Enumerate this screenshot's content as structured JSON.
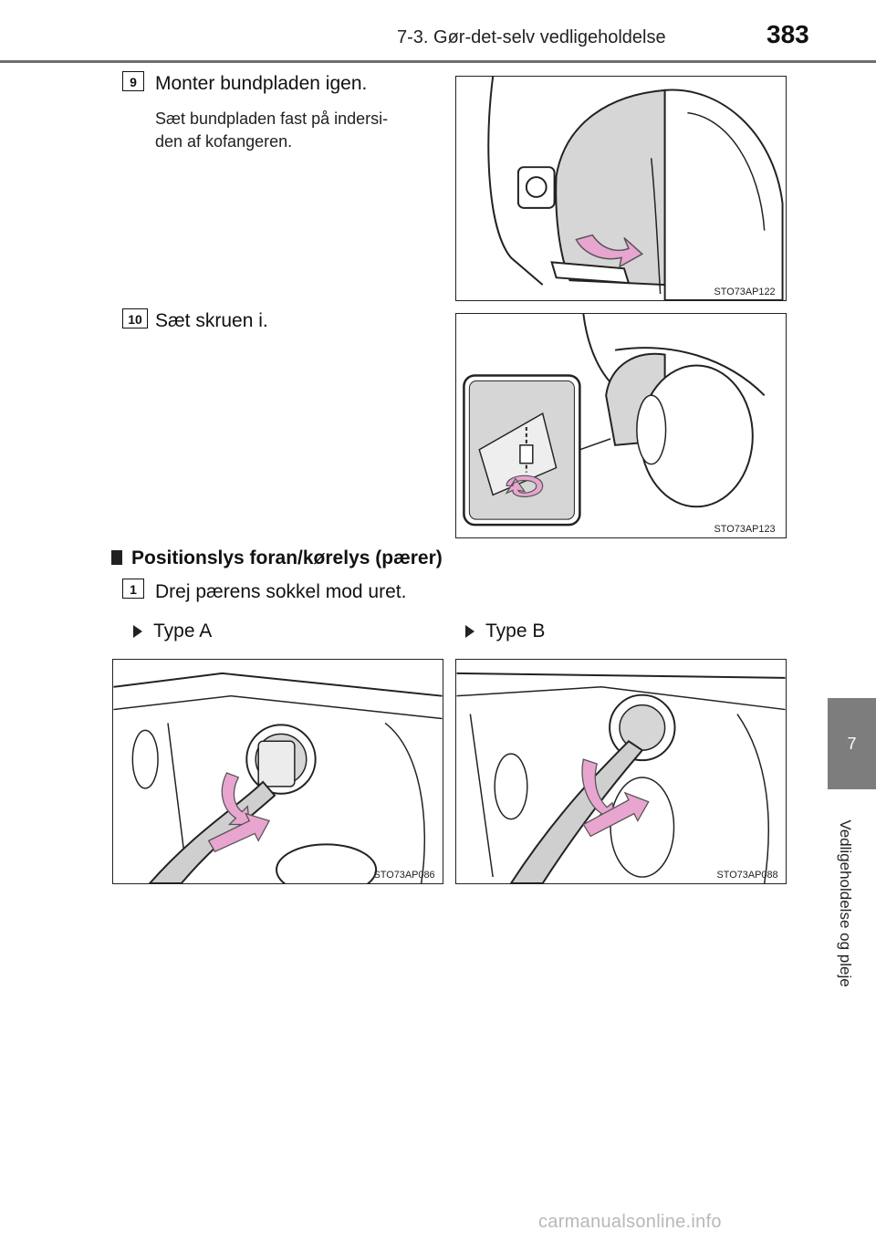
{
  "header": {
    "section": "7-3. Gør-det-selv vedligeholdelse",
    "page_number": "383"
  },
  "side_tab": {
    "chapter_number": "7",
    "chapter_title": "Vedligeholdelse og pleje"
  },
  "steps": [
    {
      "number": "9",
      "title": "Monter bundpladen igen.",
      "detail": "Sæt bundpladen fast på indersi-\nden af kofangeren.",
      "figure_code": "STO73AP122"
    },
    {
      "number": "10",
      "title": "Sæt skruen i.",
      "figure_code": "STO73AP123"
    }
  ],
  "section": {
    "heading": "Positionslys foran/kørelys (pærer)",
    "step": {
      "number": "1",
      "title": "Drej pærens sokkel mod uret."
    },
    "variants": [
      {
        "label": "Type A",
        "figure_code": "STO73AP086"
      },
      {
        "label": "Type B",
        "figure_code": "STO73AP088"
      }
    ]
  },
  "watermark": "carmanualsonline.info",
  "colors": {
    "arrow_pink": "#e8a5cf",
    "arrow_stroke": "#555555",
    "panel_gray": "#d6d6d6",
    "tab_gray": "#7d7d7d"
  }
}
